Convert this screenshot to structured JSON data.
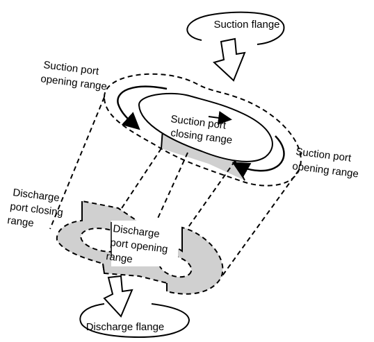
{
  "labels": {
    "suction_flange": "Suction flange",
    "suction_port_opening_range_left": [
      "Suction port",
      "opening range"
    ],
    "suction_port_closing_range": [
      "Suction port",
      "closing range"
    ],
    "suction_port_opening_range_right": [
      "Suction port",
      "opening range"
    ],
    "discharge_port_closing_range": [
      "Discharge",
      "port closing",
      "range"
    ],
    "discharge_port_opening_range": [
      "Discharge",
      "port opening",
      "range"
    ],
    "discharge_flange": "Discharge flange"
  },
  "colors": {
    "stroke": "#000000",
    "region_fill": "#d0d0d0",
    "arrow_fill": "#ffffff"
  }
}
